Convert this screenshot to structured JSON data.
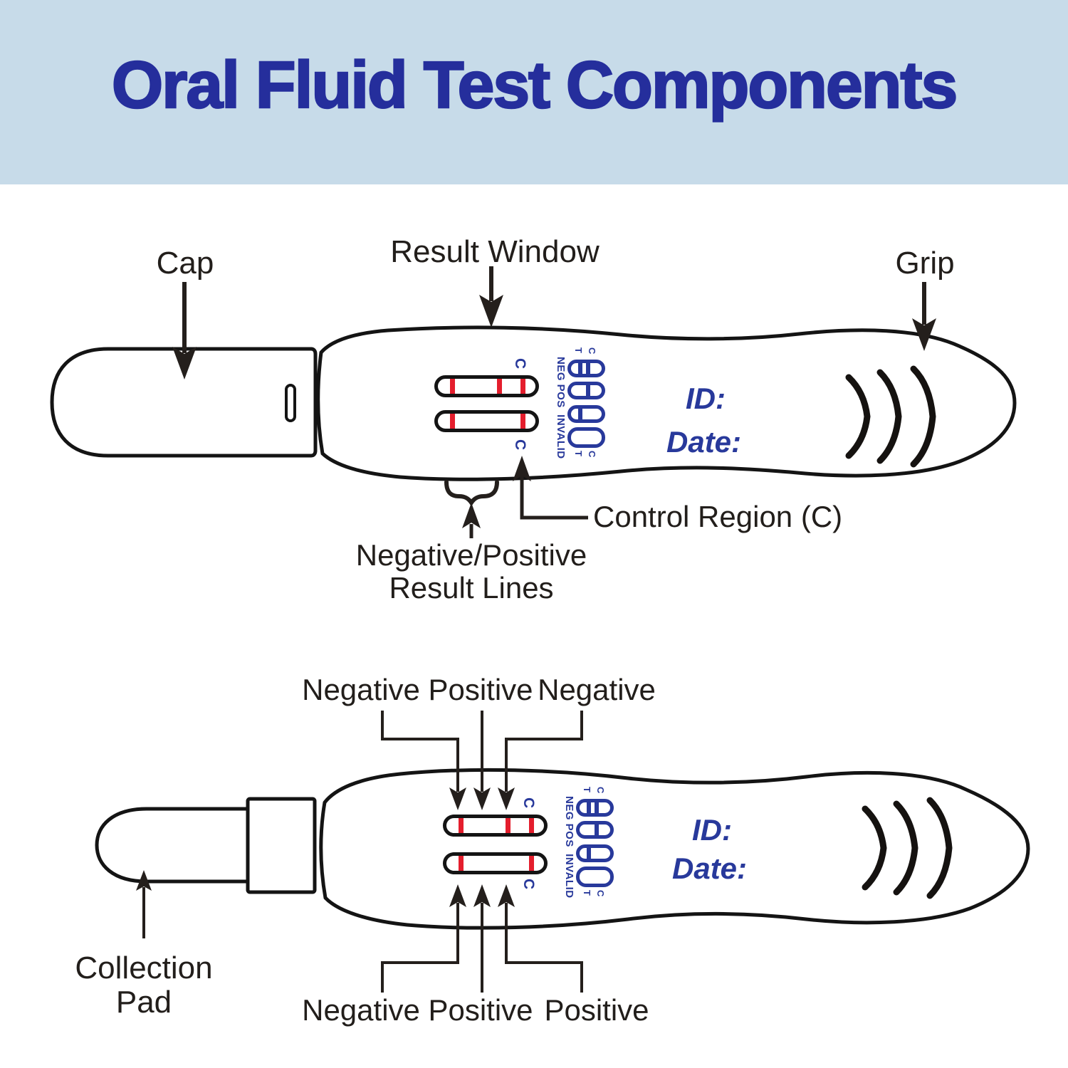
{
  "header": {
    "title": "Oral Fluid Test Components"
  },
  "colors": {
    "header_bg": "#c7dbe9",
    "title_blue": "#252e9c",
    "ink_blue": "#28399b",
    "line_black": "#141414",
    "result_red": "#e41e2d"
  },
  "window": {
    "control_top": "C",
    "control_bottom": "C",
    "status_scale": "NEG POS  INVALID",
    "legend_t": "T",
    "legend_c": "C",
    "id_label": "ID:",
    "date_label": "Date:"
  },
  "legend_rows": [
    "negative-two-lines",
    "positive-c-line",
    "invalid-t-line",
    "invalid-no-line"
  ],
  "device1": {
    "labels": {
      "cap": "Cap",
      "result_window": "Result Window",
      "grip": "Grip",
      "control_region": "Control Region (C)",
      "result_lines_line1": "Negative/Positive",
      "result_lines_line2": "Result Lines"
    }
  },
  "device2": {
    "labels": {
      "collection_pad_line1": "Collection",
      "collection_pad_line2": "Pad",
      "top_results": [
        "Negative",
        "Positive",
        "Negative"
      ],
      "bottom_results": [
        "Negative",
        "Positive",
        "Positive"
      ]
    }
  }
}
